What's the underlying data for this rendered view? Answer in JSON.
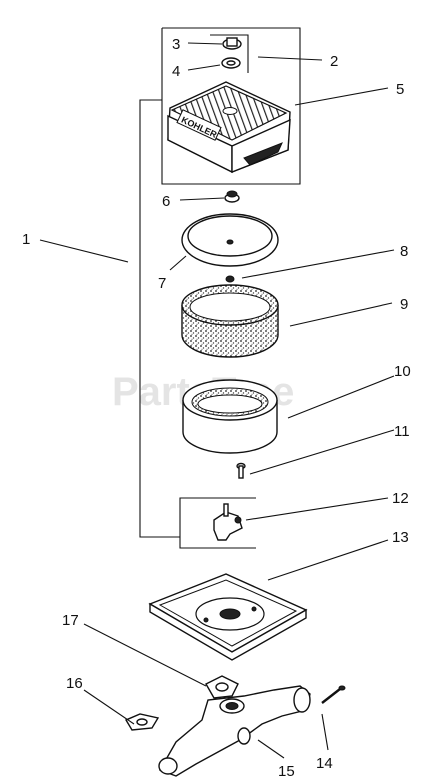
{
  "watermark": "PartsTree",
  "brand_label": "KOHLER",
  "callouts": [
    "1",
    "2",
    "3",
    "4",
    "5",
    "6",
    "7",
    "8",
    "9",
    "10",
    "11",
    "12",
    "13",
    "14",
    "15",
    "16",
    "17"
  ]
}
